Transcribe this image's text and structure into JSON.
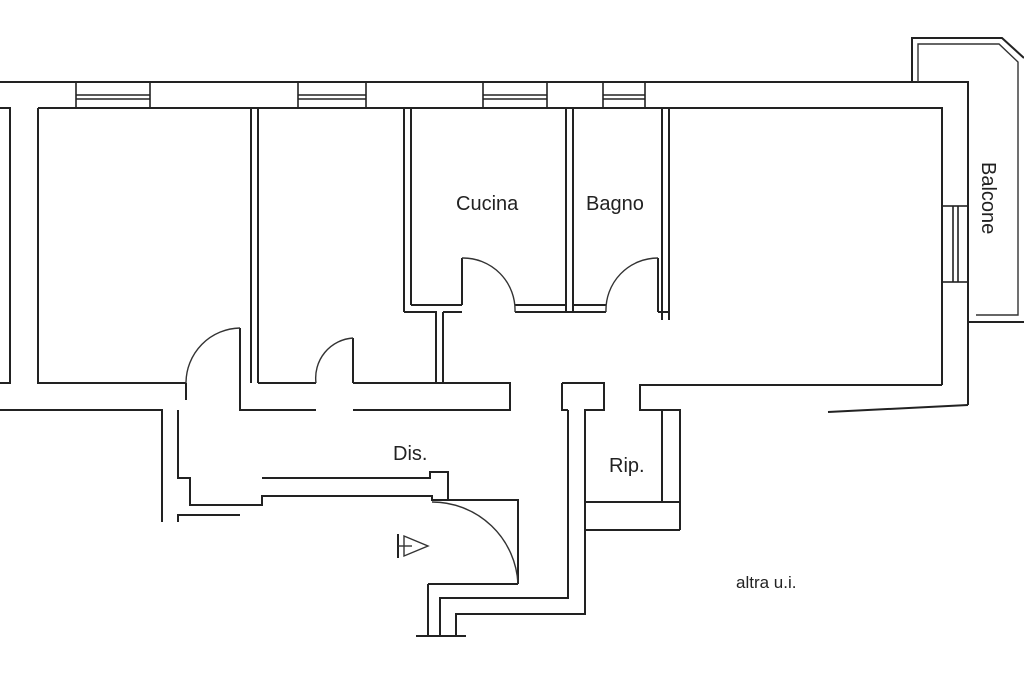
{
  "rooms": {
    "kitchen": "Cucina",
    "bathroom": "Bagno",
    "balcony": "Balcone",
    "hallway": "Dis.",
    "storage": "Rip.",
    "other_unit": "altra u.i."
  },
  "colors": {
    "line": "#222222",
    "background": "#ffffff"
  },
  "icons": {
    "entrance": "entrance-arrow-icon"
  }
}
